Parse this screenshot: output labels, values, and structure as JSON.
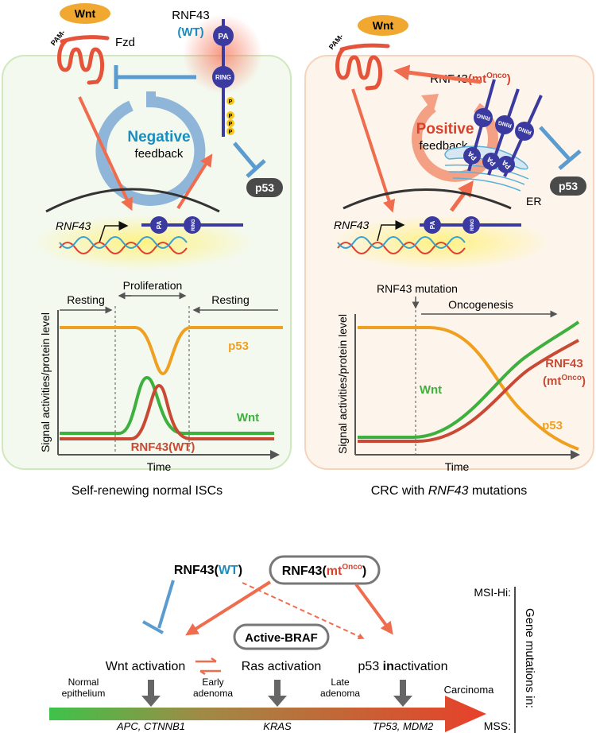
{
  "colors": {
    "wnt_ligand": "#f0a830",
    "activation_arrow": "#ef6d4e",
    "inhibition": "#5a9bd0",
    "rnf43_protein": "#3a3aa0",
    "wt_text": "#1a8dc0",
    "mt_text": "#d9412b",
    "p53_curve": "#f0a020",
    "wnt_curve": "#3db03d",
    "rnf43_curve": "#c84a35",
    "normal_cell": "#e6f2dc",
    "crc_cell": "#fbeadc"
  },
  "left_panel": {
    "wnt": "Wnt",
    "pam": "PAM-",
    "fzd": "Fzd",
    "rnf43": "RNF43",
    "wt_open": "(",
    "wt": "WT",
    "wt_close": ")",
    "pa": "PA",
    "ring": "RING",
    "phospho": "P",
    "feedback_type": "Negative",
    "feedback": "feedback",
    "p53": "p53",
    "gene": "RNF43",
    "plot": {
      "ylabel": "Signal activities/protein level",
      "xlabel": "Time",
      "phase1": "Resting",
      "phase2": "Proliferation",
      "phase3": "Resting",
      "p53": "p53",
      "wnt": "Wnt",
      "rnf43": "RNF43(WT)"
    },
    "caption": "Self-renewing normal ISCs"
  },
  "right_panel": {
    "wnt": "Wnt",
    "pam": "PAM-",
    "rnf43": "RNF43",
    "mt": "(mt",
    "onco": "Onco",
    "mt_close": ")",
    "pa": "PA",
    "ring": "RING",
    "feedback_type": "Positive",
    "feedback": "feedback",
    "p53": "p53",
    "er": "ER",
    "gene": "RNF43",
    "plot": {
      "ylabel": "Signal activities/protein level",
      "xlabel": "Time",
      "event": "RNF43 mutation",
      "phase": "Oncogenesis",
      "wnt": "Wnt",
      "rnf43": "RNF43",
      "rnf43_mt": "(mt",
      "onco": "Onco",
      "rnf43_close": ")",
      "p53": "p53"
    },
    "caption_pre": "CRC with ",
    "caption_gene": "RNF43",
    "caption_post": " mutations"
  },
  "progression": {
    "rnf43_wt": "RNF43(",
    "wt": "WT",
    "wt_close": ")",
    "rnf43_mt": "RNF43(",
    "mt": "mt",
    "onco": "Onco",
    "mt_close": ")",
    "active_braf": "Active-BRAF",
    "wnt_activation": "Wnt activation",
    "ras_activation": "Ras activation",
    "p53_pre": "p53 ",
    "p53_in": "in",
    "p53_post": "activation",
    "stages": [
      {
        "line1": "Normal",
        "line2": "epithelium"
      },
      {
        "line1": "Early",
        "line2": "adenoma"
      },
      {
        "line1": "Late",
        "line2": "adenoma"
      },
      {
        "line1": "Carcinoma",
        "line2": ""
      }
    ],
    "genes": [
      "APC, CTNNB1",
      "KRAS",
      "TP53, MDM2"
    ],
    "msi": "MSI-Hi:",
    "mss": "MSS:",
    "gene_mutations": "Gene mutations in:"
  }
}
